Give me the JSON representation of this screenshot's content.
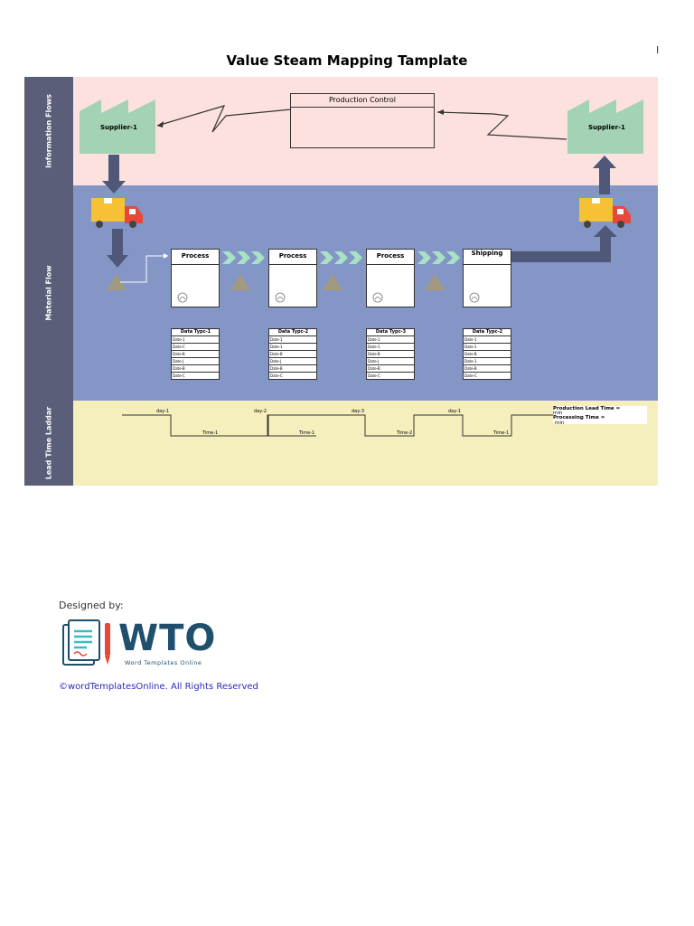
{
  "title": "Value Steam Mapping Tamplate",
  "corner_mark": "I",
  "sections": {
    "information": "Information Flows",
    "material": "Material Flow",
    "lead": "Lead Time Laddar"
  },
  "production_control": "Production Control",
  "suppliers": {
    "left": "Supplier-1",
    "right": "Supplier-1"
  },
  "processes": [
    {
      "label": "Process"
    },
    {
      "label": "Process"
    },
    {
      "label": "Process"
    },
    {
      "label": "Shipping"
    }
  ],
  "data_tables": [
    {
      "header": "Data Typc-1",
      "rows": [
        "Date-1",
        "Date-C",
        "Date-B",
        "Date-J",
        "Date-B",
        "Date-C"
      ]
    },
    {
      "header": "Data Typc-2",
      "rows": [
        "Date-1",
        "Date-1",
        "Date-B",
        "Date-J",
        "Date-B",
        "Date-C"
      ]
    },
    {
      "header": "Data Typc-3",
      "rows": [
        "Date-1",
        "Date-1",
        "Date-B",
        "Date-J",
        "Date-B",
        "Date-C"
      ]
    },
    {
      "header": "Data Typc-2",
      "rows": [
        "Date-1",
        "Date-1",
        "Date-B",
        "Date-1",
        "Date-B",
        "Date-C"
      ]
    }
  ],
  "ladder": {
    "days": [
      "day-1",
      "day-2",
      "day-3",
      "day-1"
    ],
    "times": [
      "Time-1",
      "Time-1",
      "Time-2",
      "Time-1"
    ]
  },
  "lead_time": {
    "production": "Production Lead Time =",
    "production_unit": "min",
    "processing": "Processing Time =",
    "processing_unit": "min"
  },
  "footer": {
    "designed_by": "Designed by:",
    "logo_text": "WTO",
    "logo_sub": "Word Templates Online",
    "copyright": "©wordTemplatesOnline. All Rights Reserved"
  },
  "colors": {
    "info_band": "#fde1de",
    "material_band": "#8396c6",
    "lead_band": "#f5efbd",
    "side_bar": "#5a5e78",
    "factory": "#a3d2b4",
    "truck": "#f6c134",
    "arrow": "#4f5878",
    "chevron": "#a8e2c5",
    "inventory": "#a29a80",
    "logo": "#1f4f6d"
  }
}
